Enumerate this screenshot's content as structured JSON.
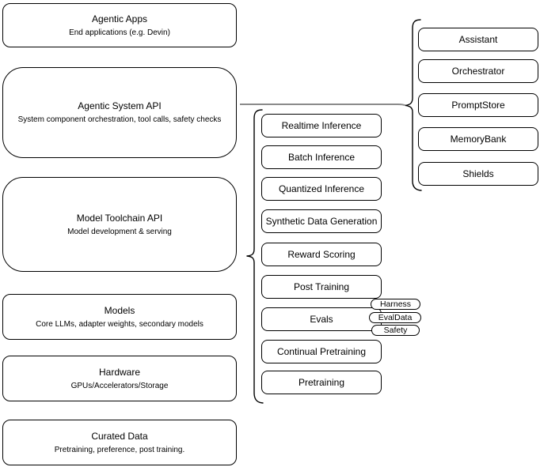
{
  "stack": {
    "items": [
      {
        "title": "Agentic Apps",
        "subtitle": "End applications (e.g. Devin)"
      },
      {
        "title": "Agentic System API",
        "subtitle": "System component orchestration, tool calls, safety checks"
      },
      {
        "title": "Model Toolchain API",
        "subtitle": "Model development & serving"
      },
      {
        "title": "Models",
        "subtitle": "Core LLMs, adapter weights, secondary models"
      },
      {
        "title": "Hardware",
        "subtitle": "GPUs/Accelerators/Storage"
      },
      {
        "title": "Curated Data",
        "subtitle": "Pretraining, preference, post training."
      }
    ]
  },
  "toolchain": {
    "items": [
      {
        "label": "Realtime Inference"
      },
      {
        "label": "Batch Inference"
      },
      {
        "label": "Quantized Inference"
      },
      {
        "label": "Synthetic Data Generation"
      },
      {
        "label": "Reward Scoring"
      },
      {
        "label": "Post Training"
      },
      {
        "label": "Evals"
      },
      {
        "label": "Continual Pretraining"
      },
      {
        "label": "Pretraining"
      }
    ],
    "evals_tags": [
      {
        "label": "Harness"
      },
      {
        "label": "EvalData"
      },
      {
        "label": "Safety"
      }
    ]
  },
  "system_components": {
    "items": [
      {
        "label": "Assistant"
      },
      {
        "label": "Orchestrator"
      },
      {
        "label": "PromptStore"
      },
      {
        "label": "MemoryBank"
      },
      {
        "label": "Shields"
      }
    ]
  },
  "colors": {
    "box_border": "#000000",
    "box_fill": "#ffffff",
    "connector": "#8a8a8a",
    "brace": "#000000"
  }
}
